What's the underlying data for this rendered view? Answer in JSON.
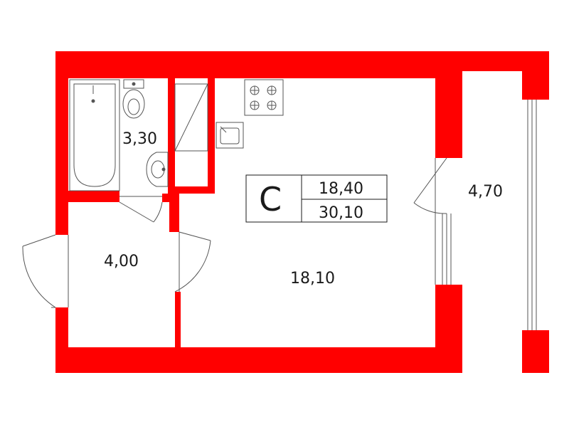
{
  "floorplan": {
    "wall_color": "#ff0000",
    "line_color": "#555555",
    "apartment_type": "С",
    "living_area": "18,40",
    "total_area": "30,10",
    "rooms": {
      "bathroom_area": "3,30",
      "hallway_area": "4,00",
      "main_room_area": "18,10",
      "balcony_area": "4,70"
    }
  }
}
